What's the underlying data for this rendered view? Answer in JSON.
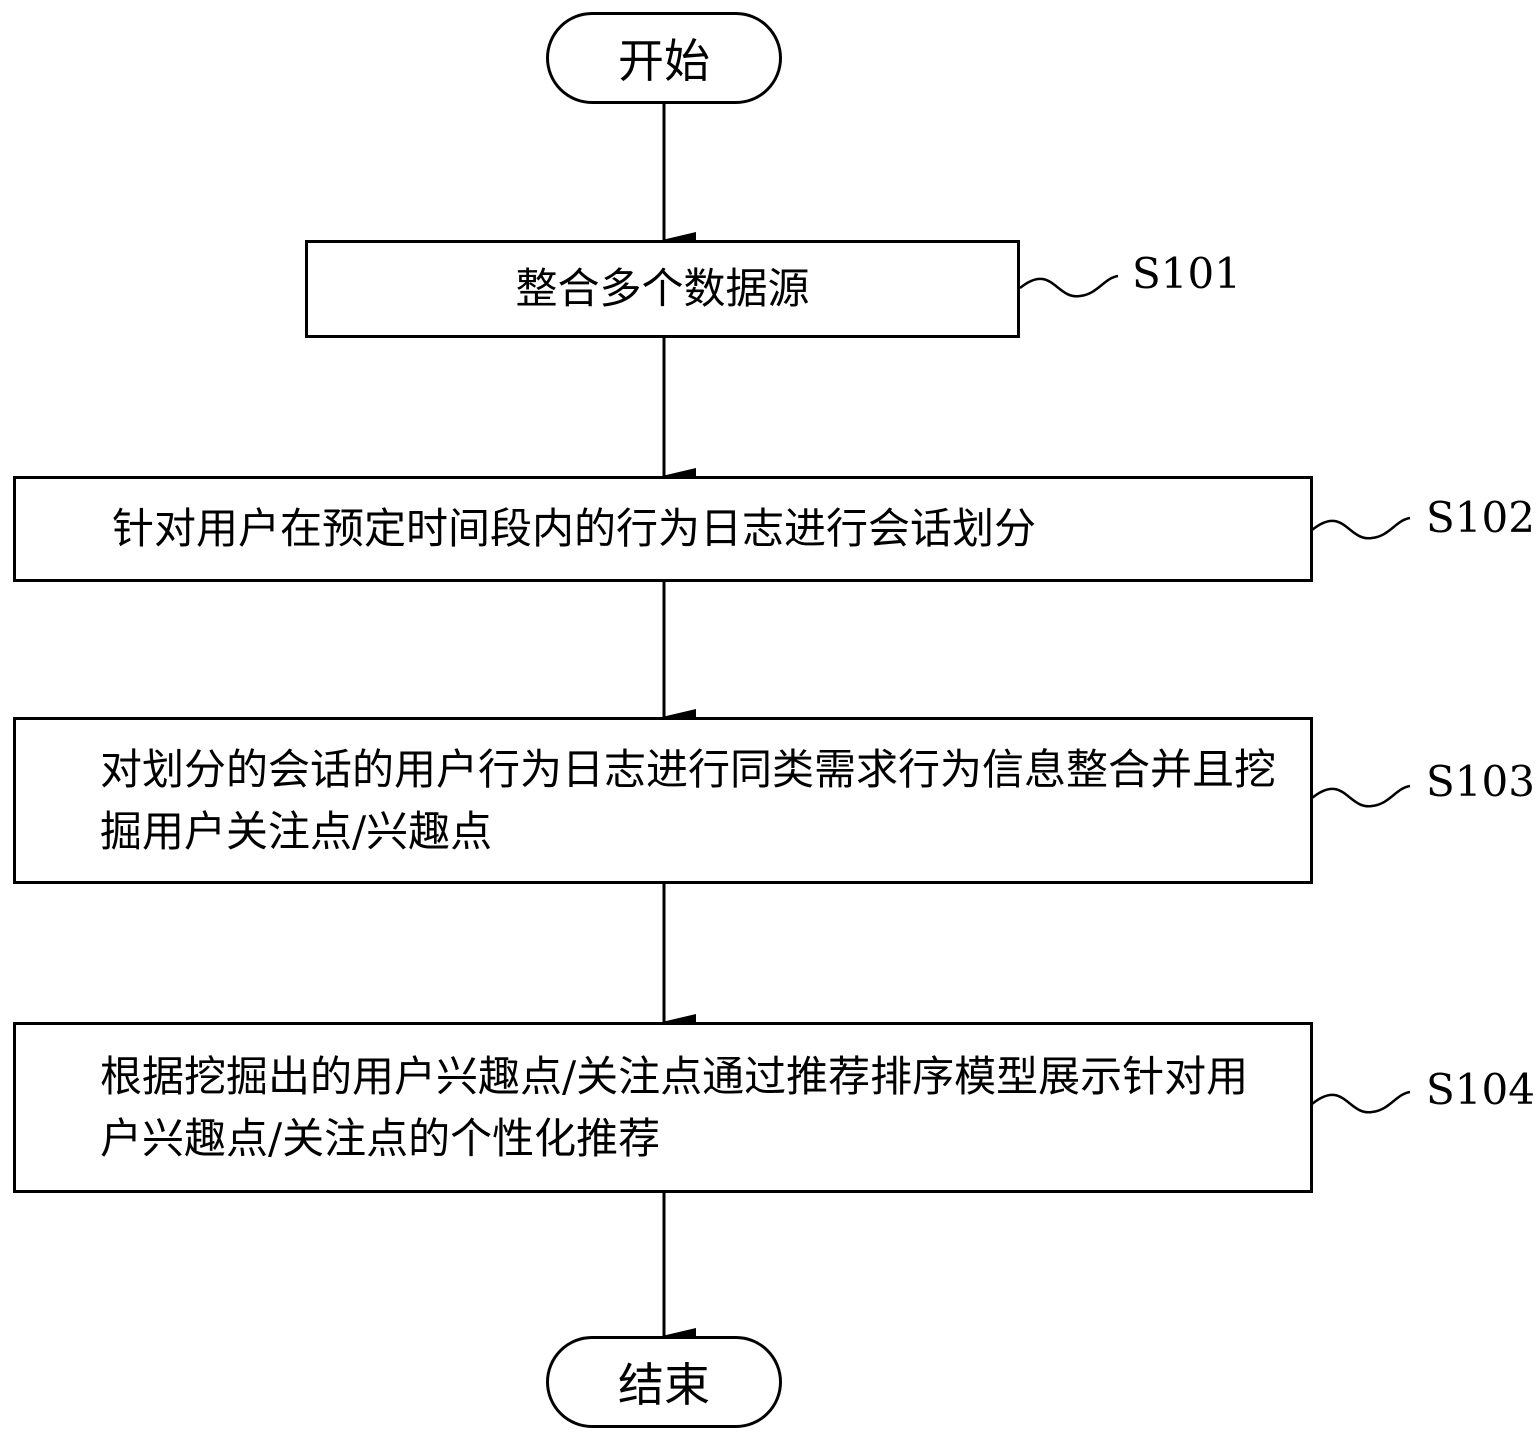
{
  "start": {
    "label": "开始"
  },
  "end": {
    "label": "结束"
  },
  "steps": [
    {
      "id": "S101",
      "text": "整合多个数据源"
    },
    {
      "id": "S102",
      "text": "针对用户在预定时间段内的行为日志进行会话划分"
    },
    {
      "id": "S103",
      "text": "对划分的会话的用户行为日志进行同类需求行为信息整合并且挖掘用户关注点/兴趣点"
    },
    {
      "id": "S104",
      "text": "根据挖掘出的用户兴趣点/关注点通过推荐排序模型展示针对用户兴趣点/关注点的个性化推荐"
    }
  ]
}
